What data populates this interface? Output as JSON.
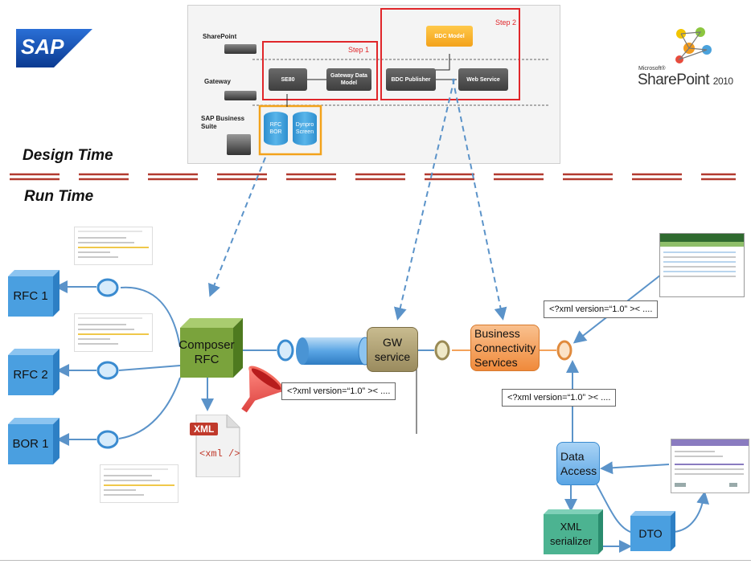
{
  "logos": {
    "sap": "SAP",
    "sharepoint_ms": "Microsoft®",
    "sharepoint_name": "SharePoint",
    "sharepoint_year": "2010"
  },
  "design_panel": {
    "layers": [
      "SharePoint",
      "Gateway",
      "SAP Business Suite"
    ],
    "step1": "Step 1",
    "step2": "Step 2",
    "se80": "SE80",
    "gateway_data_model": "Gateway Data Model",
    "bdc_publisher": "BDC Publisher",
    "web_service": "Web Service",
    "bdc_model": "BDC Model",
    "rfc_bor": "RFC BOR",
    "dynpro_screen": "Dynpro Screen"
  },
  "headings": {
    "design_time": "Design Time",
    "run_time": "Run Time"
  },
  "nodes": {
    "rfc1": "RFC 1",
    "rfc2": "RFC 2",
    "bor1": "BOR 1",
    "composer_rfc": "Composer RFC",
    "gw_service": "GW service",
    "bcs": "Business Connectivity Services",
    "data_access": "Data Access",
    "xml_serializer": "XML serializer",
    "dto": "DTO",
    "xml_doc_tag": "XML",
    "xml_doc_body": "<xml />"
  },
  "xml_snippets": {
    "a": "<?xml version=“1.0”  >< ....",
    "b": "<?xml version=“1.0”  >< ....",
    "c": "<?xml version=“1.0”  >< ...."
  },
  "colors": {
    "cube_blue": "#4a9fe0",
    "composer_green": "#7aa33c",
    "gw_olive": "#a9986a",
    "bcs_orange": "#f4a25a",
    "connector_blue": "#5b93c9",
    "separator_red": "#b23a2f",
    "step_red": "#e0262a"
  }
}
